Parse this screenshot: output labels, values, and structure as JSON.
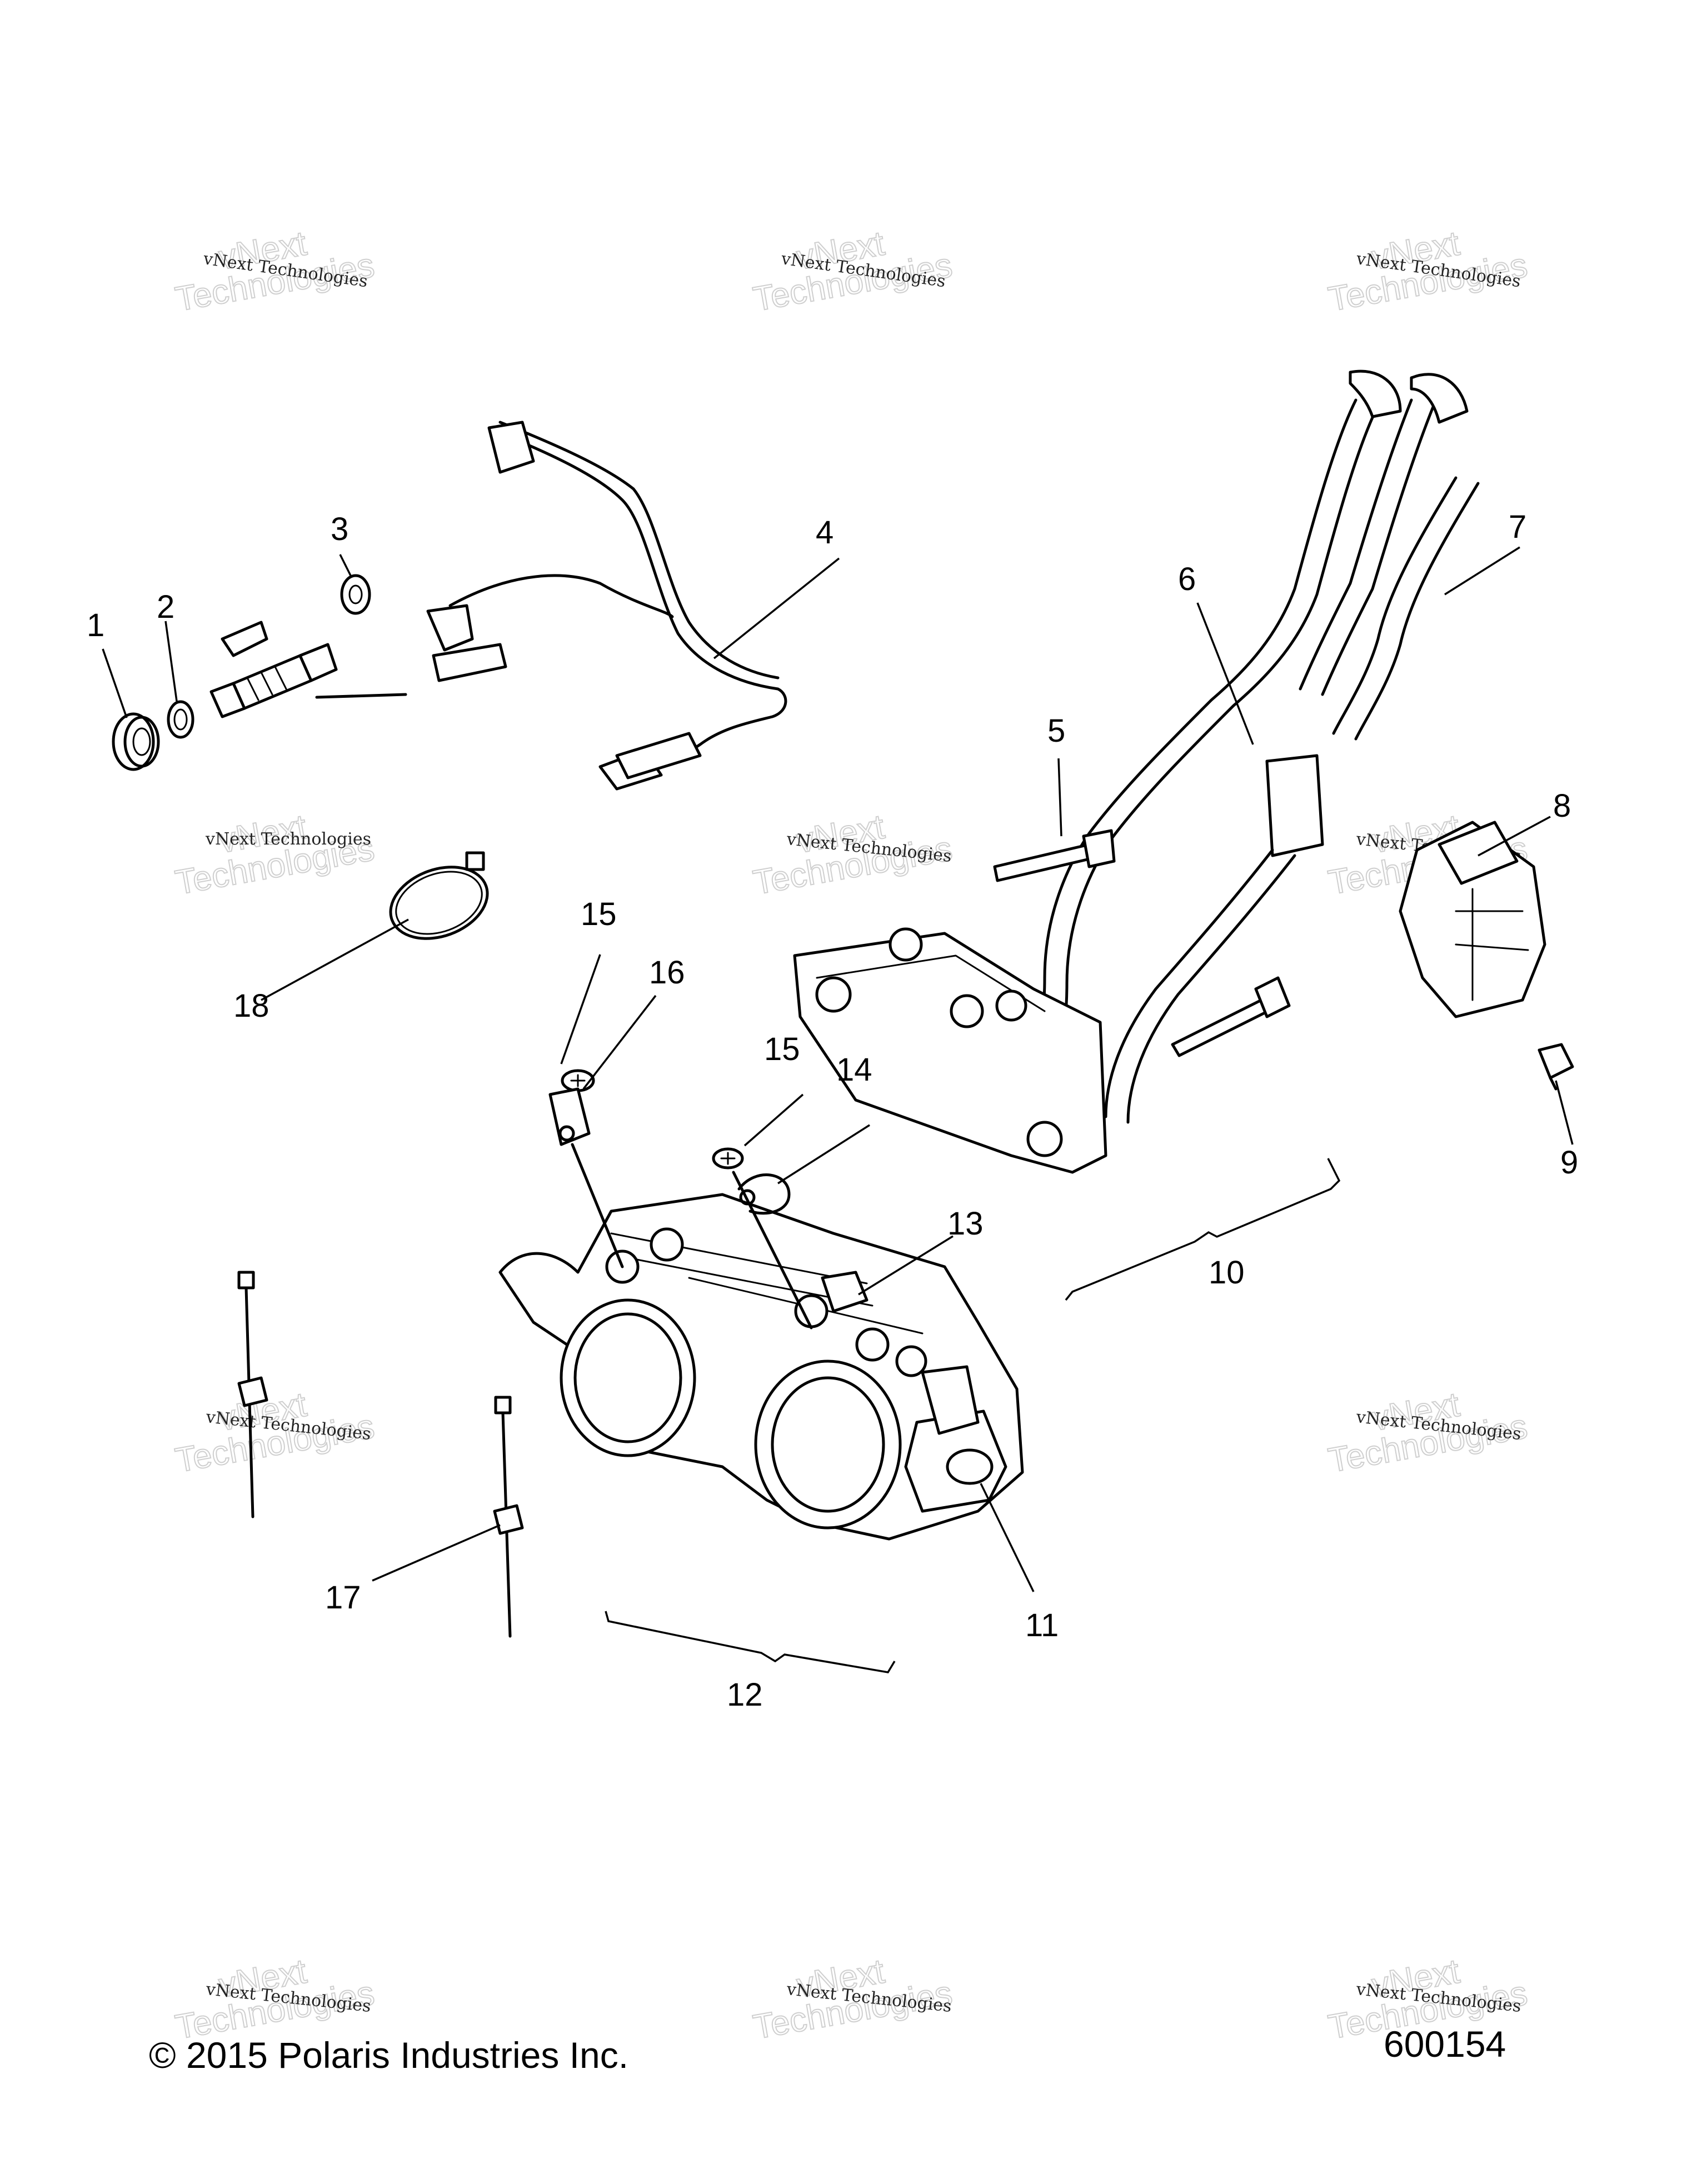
{
  "diagram": {
    "callouts": [
      "1",
      "2",
      "3",
      "4",
      "5",
      "6",
      "7",
      "8",
      "9",
      "10",
      "11",
      "12",
      "13",
      "14",
      "15",
      "15",
      "16",
      "17",
      "18"
    ],
    "watermark": {
      "line1": "vNext Technologies",
      "line2": "Technologies",
      "line3": "vNext"
    },
    "footer": {
      "copyright": "© 2015 Polaris Industries Inc.",
      "figure_number": "600154"
    }
  }
}
